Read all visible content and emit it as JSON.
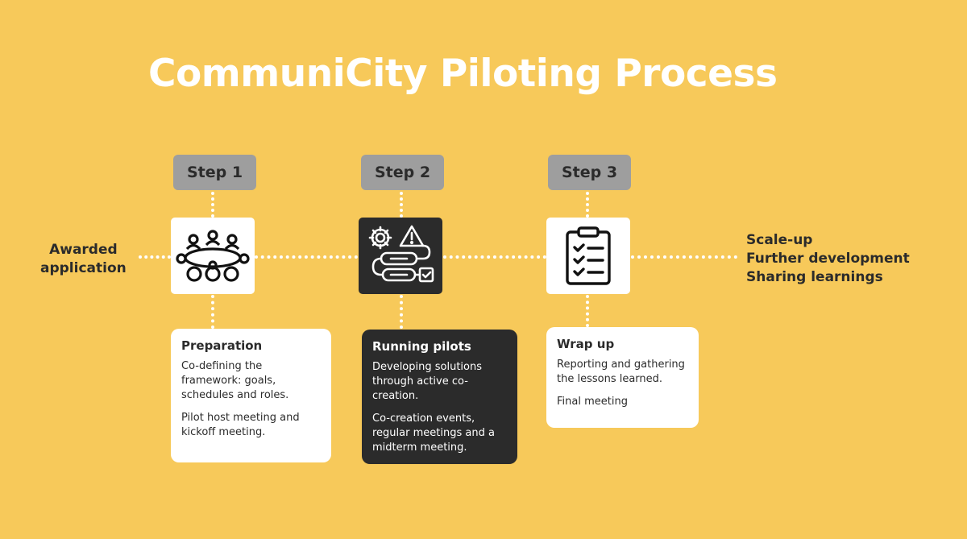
{
  "title": "CommuniCity Piloting Process",
  "start_label": [
    "Awarded",
    "application"
  ],
  "end_labels": [
    "Scale-up",
    "Further development",
    "Sharing learnings"
  ],
  "steps": [
    {
      "label": "Step 1",
      "icon": "meeting-table-icon",
      "card": {
        "title": "Preparation",
        "paragraphs": [
          "Co-defining the framework: goals, schedules and roles.",
          "Pilot host meeting and kickoff meeting."
        ]
      }
    },
    {
      "label": "Step 2",
      "icon": "workflow-gear-warning-icon",
      "card": {
        "title": "Running pilots",
        "paragraphs": [
          "Developing solutions through active co-creation.",
          "Co-creation events, regular meetings and a midterm meeting."
        ]
      }
    },
    {
      "label": "Step 3",
      "icon": "checklist-clipboard-icon",
      "card": {
        "title": "Wrap up",
        "paragraphs": [
          "Reporting and gathering the lessons learned.",
          "Final meeting"
        ]
      }
    }
  ],
  "colors": {
    "background": "#f7c95a",
    "pill": "#9e9e9e",
    "dark": "#2b2b2b",
    "light": "#ffffff"
  }
}
